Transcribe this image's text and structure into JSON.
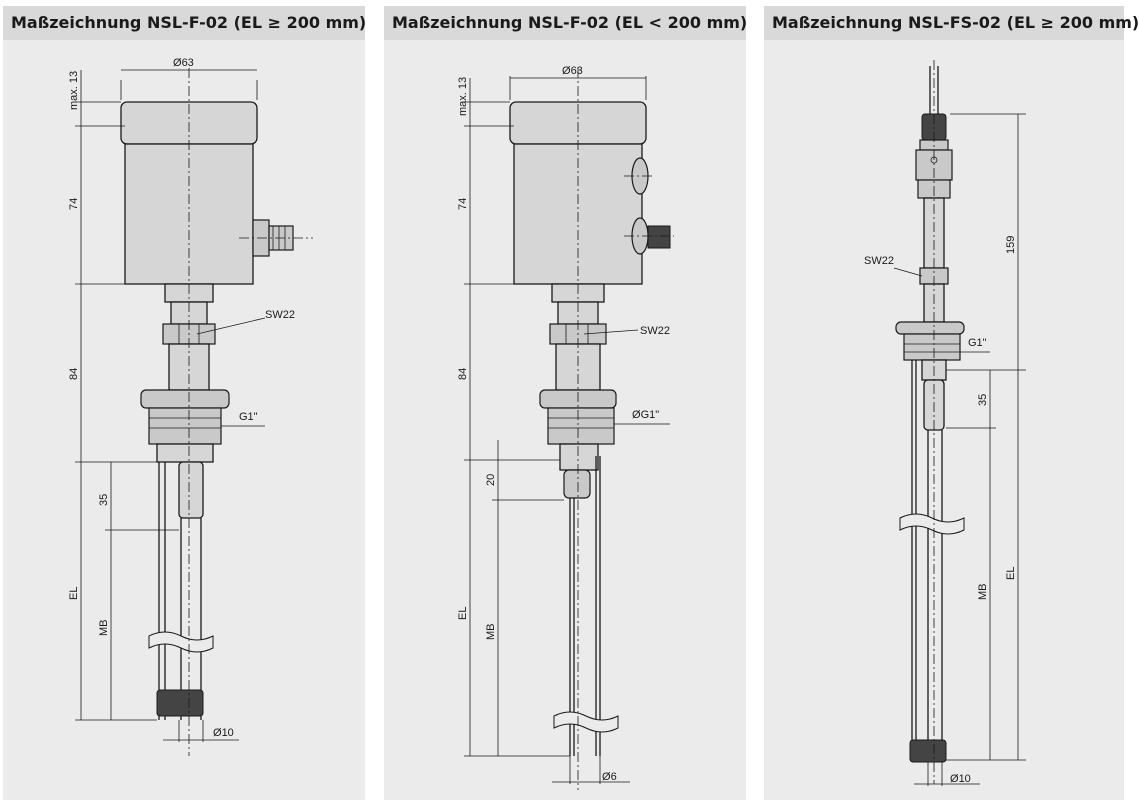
{
  "panels": [
    {
      "title": "Maßzeichnung NSL-F-02 (EL ≥ 200 mm)",
      "labels": {
        "diameter_top": "63",
        "max13": "max. 13",
        "h74": "74",
        "h84": "84",
        "h35": "35",
        "el": "EL",
        "mb": "MB",
        "sw": "SW22",
        "thread": "G1\"",
        "diameter_bottom": "10"
      }
    },
    {
      "title": "Maßzeichnung NSL-F-02 (EL < 200 mm)",
      "labels": {
        "diameter_top": "63",
        "max13": "max. 13",
        "h74": "74",
        "h84": "84",
        "h20": "20",
        "el": "EL",
        "mb": "MB",
        "sw": "SW22",
        "thread": "G1\"",
        "diameter_bottom": "6"
      }
    },
    {
      "title": "Maßzeichnung NSL-FS-02 (EL ≥ 200 mm)",
      "labels": {
        "h159": "159",
        "h35": "35",
        "el": "EL",
        "mb": "MB",
        "sw": "SW22",
        "thread": "G1\"",
        "diameter_bottom": "10"
      }
    }
  ],
  "symbols": {
    "diameter": "Ø"
  },
  "colors": {
    "panel_bg": "#ebebec",
    "header_bg": "#d9d9da",
    "line": "#1a1a1a",
    "body_fill": "#d6d6d7"
  }
}
